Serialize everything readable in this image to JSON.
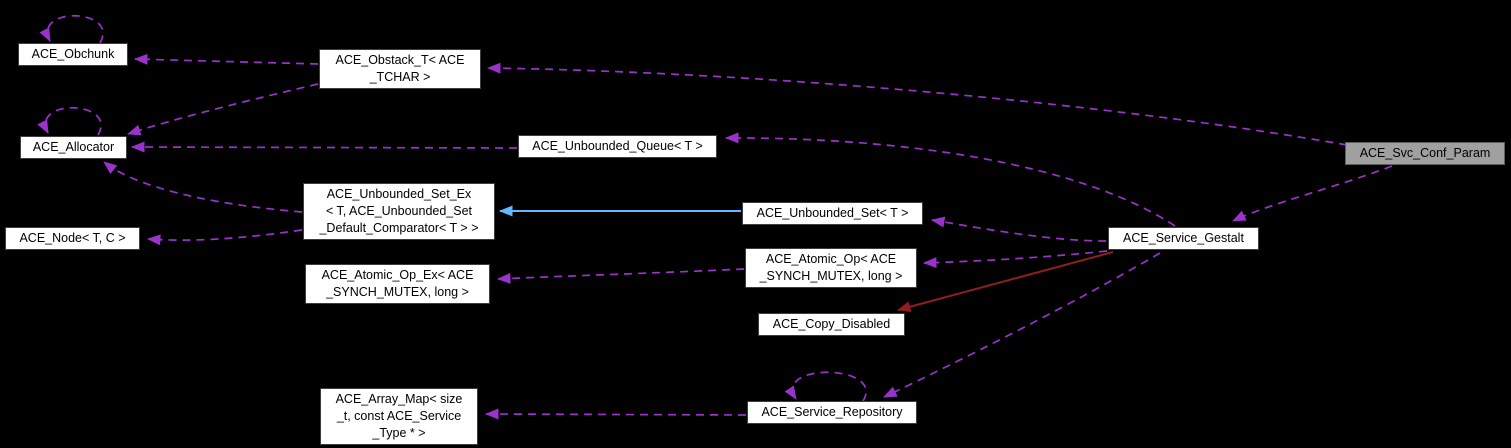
{
  "diagram": {
    "title": "ACE_Svc_Conf_Param collaboration graph",
    "background_color": "#000000",
    "colors": {
      "usage_edge": "#9a32cc",
      "public_inheritance_edge": "#63b8ff",
      "private_inheritance_edge": "#8f1f1f",
      "node_fill": "#ffffff",
      "node_border": "#3d3d3d",
      "focus_node_fill": "#a0a0a0",
      "text": "#000000"
    },
    "nodes": {
      "obchunk": {
        "lines": [
          "ACE_Obchunk"
        ]
      },
      "obstack": {
        "lines": [
          "ACE_Obstack_T< ACE",
          "_TCHAR >"
        ]
      },
      "allocator": {
        "lines": [
          "ACE_Allocator"
        ]
      },
      "queue": {
        "lines": [
          "ACE_Unbounded_Queue< T >"
        ]
      },
      "set_ex": {
        "lines": [
          "ACE_Unbounded_Set_Ex",
          "< T, ACE_Unbounded_Set",
          "_Default_Comparator< T > >"
        ]
      },
      "node": {
        "lines": [
          "ACE_Node< T, C >"
        ]
      },
      "set": {
        "lines": [
          "ACE_Unbounded_Set< T >"
        ]
      },
      "atomic_op": {
        "lines": [
          "ACE_Atomic_Op< ACE",
          "_SYNCH_MUTEX, long >"
        ]
      },
      "atomic_op_ex": {
        "lines": [
          "ACE_Atomic_Op_Ex< ACE",
          "_SYNCH_MUTEX, long >"
        ]
      },
      "copy_disabled": {
        "lines": [
          "ACE_Copy_Disabled"
        ]
      },
      "gestalt": {
        "lines": [
          "ACE_Service_Gestalt"
        ]
      },
      "svc_conf_param": {
        "lines": [
          "ACE_Svc_Conf_Param"
        ],
        "highlighted": true
      },
      "repository": {
        "lines": [
          "ACE_Service_Repository"
        ]
      },
      "array_map": {
        "lines": [
          "ACE_Array_Map< size",
          "_t, const ACE_Service",
          "_Type * >"
        ]
      }
    },
    "edges": [
      {
        "from": "obchunk",
        "to": "obchunk",
        "type": "usage"
      },
      {
        "from": "allocator",
        "to": "allocator",
        "type": "usage"
      },
      {
        "from": "obstack",
        "to": "obchunk",
        "type": "usage"
      },
      {
        "from": "obstack",
        "to": "allocator",
        "type": "usage"
      },
      {
        "from": "queue",
        "to": "allocator",
        "type": "usage"
      },
      {
        "from": "set_ex",
        "to": "allocator",
        "type": "usage"
      },
      {
        "from": "set_ex",
        "to": "node",
        "type": "usage"
      },
      {
        "from": "set",
        "to": "set_ex",
        "type": "public-inheritance"
      },
      {
        "from": "atomic_op",
        "to": "atomic_op_ex",
        "type": "usage"
      },
      {
        "from": "gestalt",
        "to": "queue",
        "type": "usage"
      },
      {
        "from": "gestalt",
        "to": "set",
        "type": "usage"
      },
      {
        "from": "gestalt",
        "to": "atomic_op",
        "type": "usage"
      },
      {
        "from": "gestalt",
        "to": "copy_disabled",
        "type": "private-inheritance"
      },
      {
        "from": "gestalt",
        "to": "repository",
        "type": "usage"
      },
      {
        "from": "repository",
        "to": "repository",
        "type": "usage"
      },
      {
        "from": "repository",
        "to": "array_map",
        "type": "usage"
      },
      {
        "from": "svc_conf_param",
        "to": "obstack",
        "type": "usage"
      },
      {
        "from": "svc_conf_param",
        "to": "gestalt",
        "type": "usage"
      }
    ]
  }
}
